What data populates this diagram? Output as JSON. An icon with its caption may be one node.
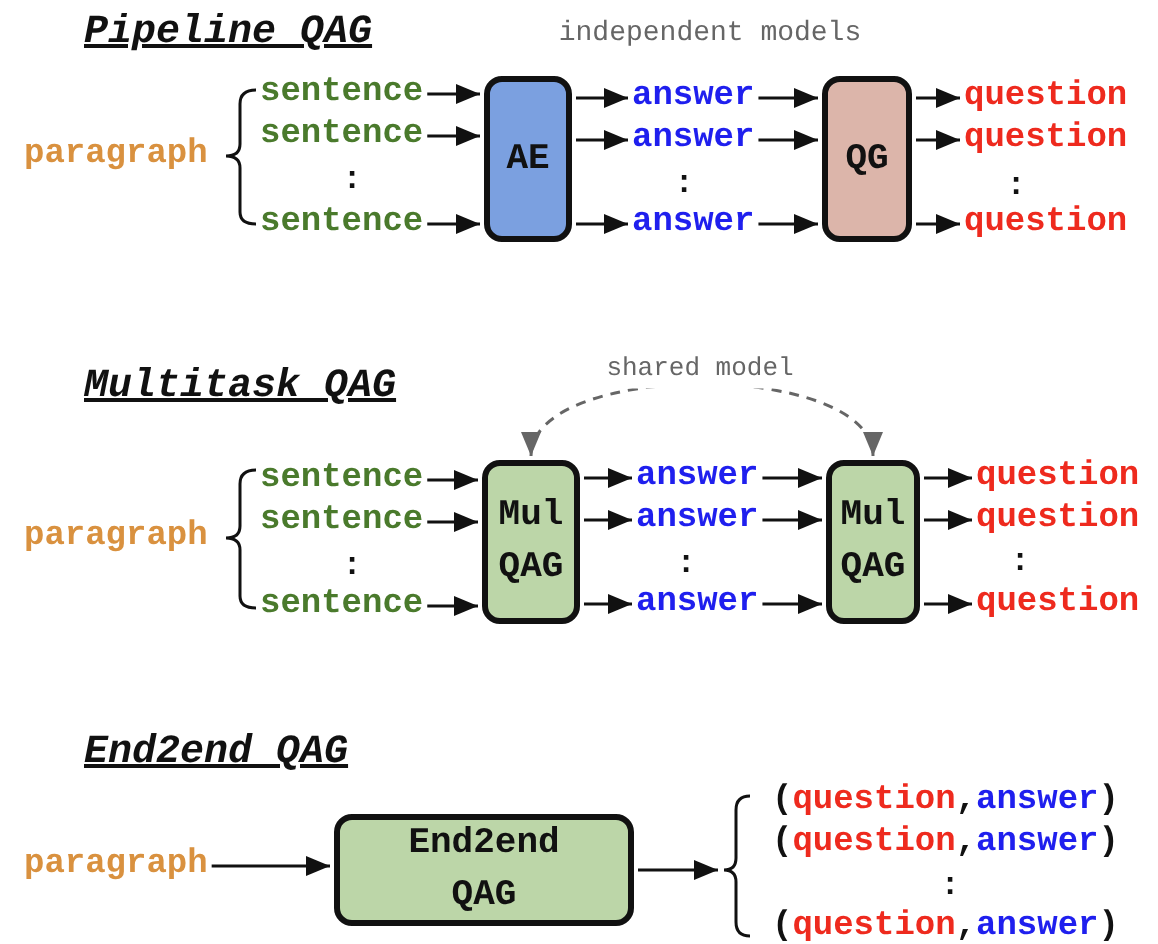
{
  "diagram": {
    "nodes": [
      {
        "text": [
          "paragraph"
        ]
      },
      {
        "text": [
          "sentence"
        ]
      },
      {
        "text": [
          "sentence"
        ]
      },
      {
        "text": [
          "sentence"
        ]
      },
      {
        "text": [
          "AE"
        ]
      },
      {
        "text": [
          "answer"
        ]
      },
      {
        "text": [
          "answer"
        ]
      },
      {
        "text": [
          "answer"
        ]
      },
      {
        "text": [
          "QG"
        ]
      },
      {
        "text": [
          "question"
        ]
      },
      {
        "text": [
          "question"
        ]
      },
      {
        "text": [
          "question"
        ]
      },
      {
        "text": [
          "paragraph"
        ]
      },
      {
        "text": [
          "sentence"
        ]
      },
      {
        "text": [
          "sentence"
        ]
      },
      {
        "text": [
          "sentence"
        ]
      },
      {
        "text": [
          "Mul QAG"
        ]
      },
      {
        "text": [
          "answer"
        ]
      },
      {
        "text": [
          "answer"
        ]
      },
      {
        "text": [
          "answer"
        ]
      },
      {
        "text": [
          "Mul QAG"
        ]
      },
      {
        "text": [
          "question"
        ]
      },
      {
        "text": [
          "question"
        ]
      },
      {
        "text": [
          "question"
        ]
      },
      {
        "text": [
          "paragraph"
        ]
      },
      {
        "text": [
          "End2end QAG"
        ]
      },
      {
        "text": [],
        "shape": "bracket"
      },
      {
        "text": [
          "(",
          "question",
          ",",
          "answer",
          ")"
        ]
      },
      {
        "text": [
          "(",
          "question",
          ",",
          "answer",
          ")"
        ]
      },
      {
        "text": [
          "(",
          "question",
          ",",
          "answer",
          ")"
        ]
      }
    ],
    "edges": [
      {
        "from": 1,
        "to": 4,
        "arrow": "to"
      },
      {
        "from": 2,
        "to": 4,
        "arrow": "to"
      },
      {
        "from": 3,
        "to": 4,
        "arrow": "to"
      },
      {
        "from": 4,
        "to": 5,
        "arrow": "to"
      },
      {
        "from": 4,
        "to": 6,
        "arrow": "to"
      },
      {
        "from": 4,
        "to": 7,
        "arrow": "to"
      },
      {
        "from": 5,
        "to": 8,
        "arrow": "to"
      },
      {
        "from": 6,
        "to": 8,
        "arrow": "to"
      },
      {
        "from": 7,
        "to": 8,
        "arrow": "to"
      },
      {
        "from": 8,
        "to": 9,
        "arrow": "to"
      },
      {
        "from": 8,
        "to": 10,
        "arrow": "to"
      },
      {
        "from": 8,
        "to": 11,
        "arrow": "to"
      },
      {
        "from": 13,
        "to": 16,
        "arrow": "to"
      },
      {
        "from": 14,
        "to": 16,
        "arrow": "to"
      },
      {
        "from": 15,
        "to": 16,
        "arrow": "to"
      },
      {
        "from": 16,
        "to": 17,
        "arrow": "to"
      },
      {
        "from": 16,
        "to": 18,
        "arrow": "to"
      },
      {
        "from": 16,
        "to": 19,
        "arrow": "to"
      },
      {
        "from": 17,
        "to": 20,
        "arrow": "to"
      },
      {
        "from": 18,
        "to": 20,
        "arrow": "to"
      },
      {
        "from": 19,
        "to": 20,
        "arrow": "to"
      },
      {
        "from": 20,
        "to": 21,
        "arrow": "to"
      },
      {
        "from": 20,
        "to": 22,
        "arrow": "to"
      },
      {
        "from": 20,
        "to": 23,
        "arrow": "to"
      },
      {
        "from": 16,
        "to": 20,
        "arrow": "both",
        "label": "shared model",
        "style": "dashed",
        "color": "#666666"
      },
      {
        "from": 24,
        "to": 25,
        "arrow": "to"
      },
      {
        "from": 25,
        "to": 26,
        "arrow": "to"
      }
    ],
    "labels": [
      "Pipeline QAG",
      "independent models",
      ":",
      ":",
      ":",
      "Multitask QAG",
      ":",
      ":",
      ":",
      "End2end QAG",
      ":"
    ]
  }
}
